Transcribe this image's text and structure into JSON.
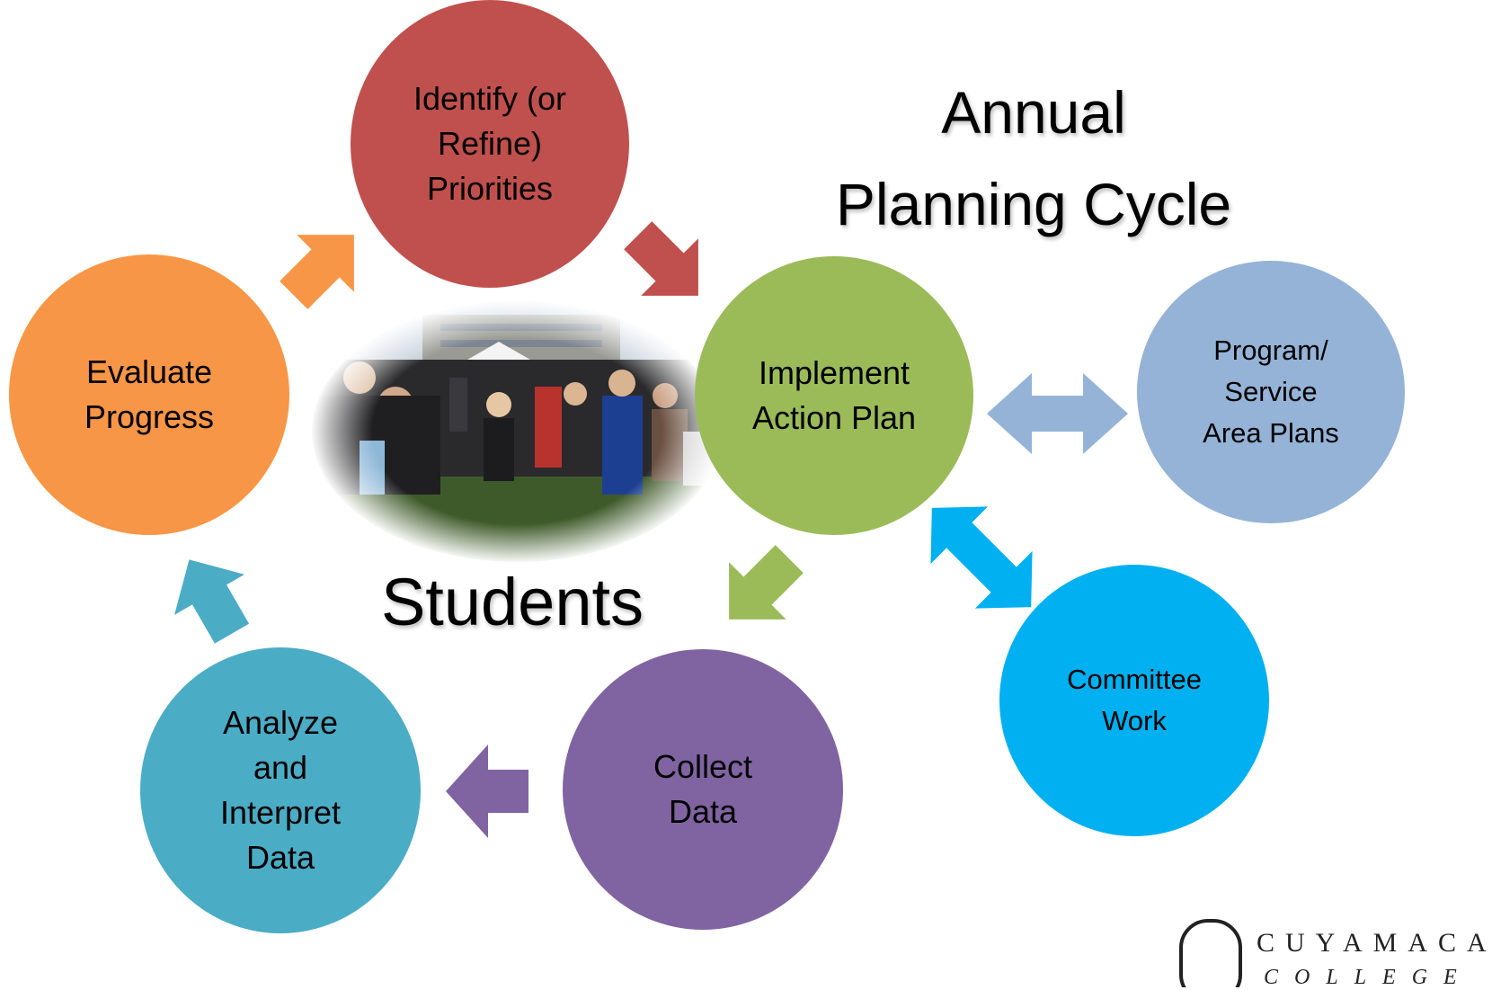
{
  "title": {
    "line1": "Annual",
    "line2": "Planning Cycle"
  },
  "center_label": "Students",
  "nodes": {
    "identify": {
      "line1": "Identify (or",
      "line2": "Refine)",
      "line3": "Priorities",
      "color": "#c0504d"
    },
    "implement": {
      "line1": "Implement",
      "line2": "Action Plan",
      "color": "#9bbb59"
    },
    "collect": {
      "line1": "Collect",
      "line2": "Data",
      "color": "#8064a2"
    },
    "analyze": {
      "line1": "Analyze",
      "line2": "and",
      "line3": "Interpret",
      "line4": "Data",
      "color": "#4bacc6"
    },
    "evaluate": {
      "line1": "Evaluate",
      "line2": "Progress",
      "color": "#f79646"
    },
    "program": {
      "line1": "Program/",
      "line2": "Service",
      "line3": "Area Plans",
      "color": "#95b3d7"
    },
    "committee": {
      "line1": "Committee",
      "line2": "Work",
      "color": "#00b0f0"
    }
  },
  "photo": {
    "icon": "graduation-crowd-photo"
  },
  "logo": {
    "name": "CUYAMACA",
    "sub": "COLLEGE",
    "icon": "cuyamaca-crescent-logo"
  }
}
